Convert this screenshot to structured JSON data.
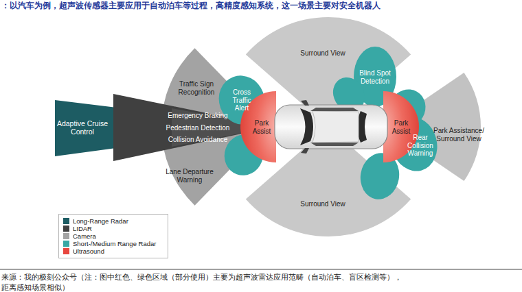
{
  "diagram": {
    "nodes": [
      {
        "text": [
          "Surround View"
        ]
      },
      {
        "text": [
          "Traffic Sign Recognition"
        ]
      },
      {
        "text": [
          "Cross Traffic Alert"
        ]
      },
      {
        "text": [
          "Blind Spot Detection"
        ]
      },
      {
        "text": [
          "Adaptive Cruise Control"
        ]
      },
      {
        "text": [
          "Emergency Braking",
          "Pedestrian Detection",
          "Collision Avoidance"
        ]
      },
      {
        "text": [
          "Park Assist"
        ]
      },
      {
        "text": [
          "Park Assist"
        ]
      },
      {
        "text": [
          "Park Assistance/ Surround View"
        ]
      },
      {
        "text": [
          "Rear Collision Warning"
        ]
      },
      {
        "text": [
          "Lane Departure Warning"
        ]
      },
      {
        "text": [
          "Surround View"
        ]
      }
    ],
    "labels": [
      "：以汽车为例，超声波传感器主要应用于自动泊车等过程，高精度感知系统，这一场景主要对安全机器人",
      "来源：我的极刻公众号（注：图中红色、绿色区域（部分使用）主要为超声波雷达应用范畴（自动泊车、盲区检测等），",
      "距离感知场景相似）"
    ],
    "legend": [
      {
        "text": "Long-Range Radar",
        "color": "#1d5c63"
      },
      {
        "text": "LIDAR",
        "color": "#404040"
      },
      {
        "text": "Camera",
        "color": "#a3a3a3"
      },
      {
        "text": "Short-/Medium Range Radar",
        "color": "#38a8a5"
      },
      {
        "text": "Ultrasound",
        "color": "#e8473f"
      }
    ]
  }
}
